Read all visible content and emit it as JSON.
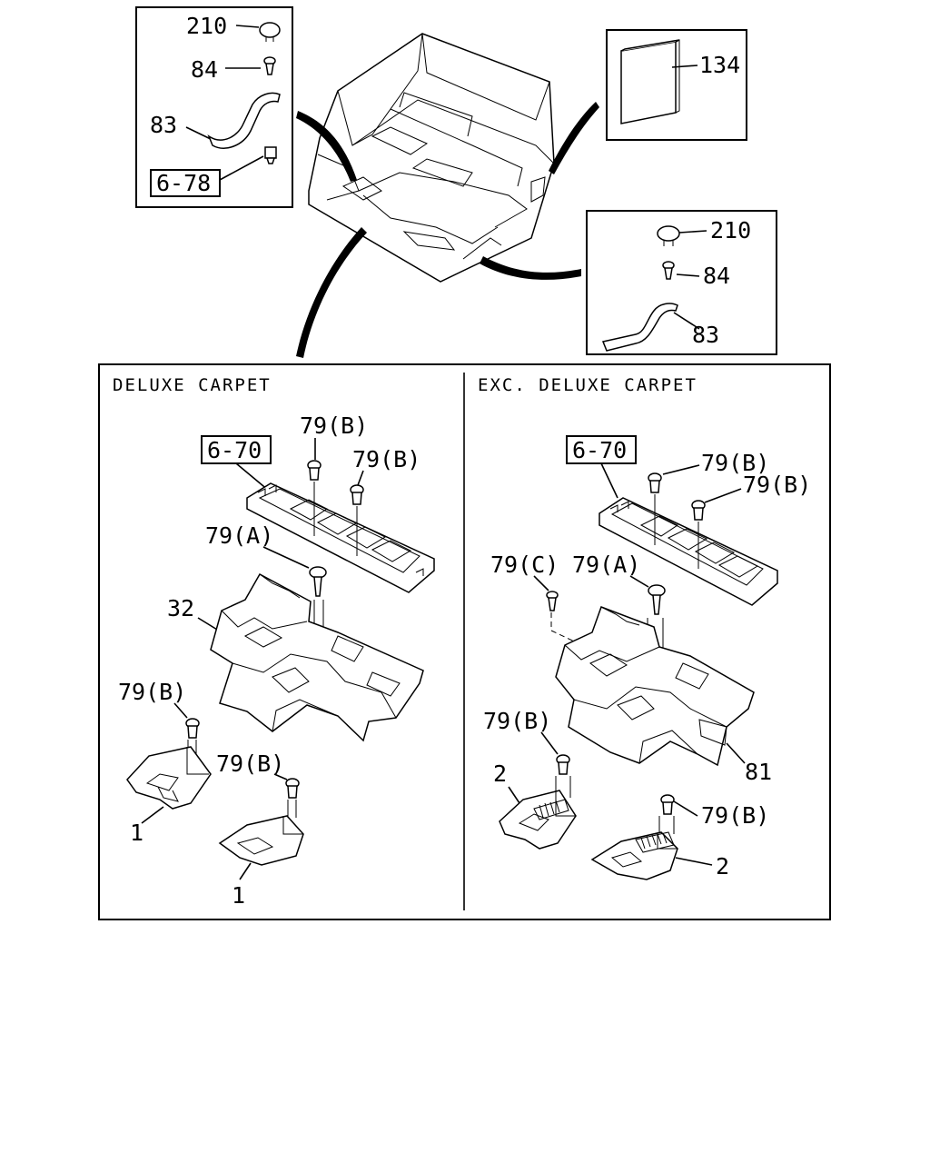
{
  "inset_top_left": {
    "labels": {
      "clip": "210",
      "screw": "84",
      "bracket": "83",
      "ref": "6-78"
    }
  },
  "inset_top_right": {
    "labels": {
      "manual": "134"
    }
  },
  "inset_right": {
    "labels": {
      "clip": "210",
      "screw": "84",
      "bracket": "83"
    }
  },
  "panel_left": {
    "heading": "DELUXE CARPET",
    "labels": {
      "ref": "6-70",
      "b1": "79(B)",
      "b2": "79(B)",
      "a": "79(A)",
      "mat": "32",
      "b3": "79(B)",
      "b4": "79(B)",
      "front_mat": "1",
      "rear_mat": "1"
    }
  },
  "panel_right": {
    "heading": "EXC. DELUXE CARPET",
    "labels": {
      "ref": "6-70",
      "b1": "79(B)",
      "b2": "79(B)",
      "c": "79(C)",
      "a": "79(A)",
      "b3": "79(B)",
      "b4": "79(B)",
      "mat": "81",
      "front_mat": "2",
      "rear_mat": "2"
    }
  }
}
